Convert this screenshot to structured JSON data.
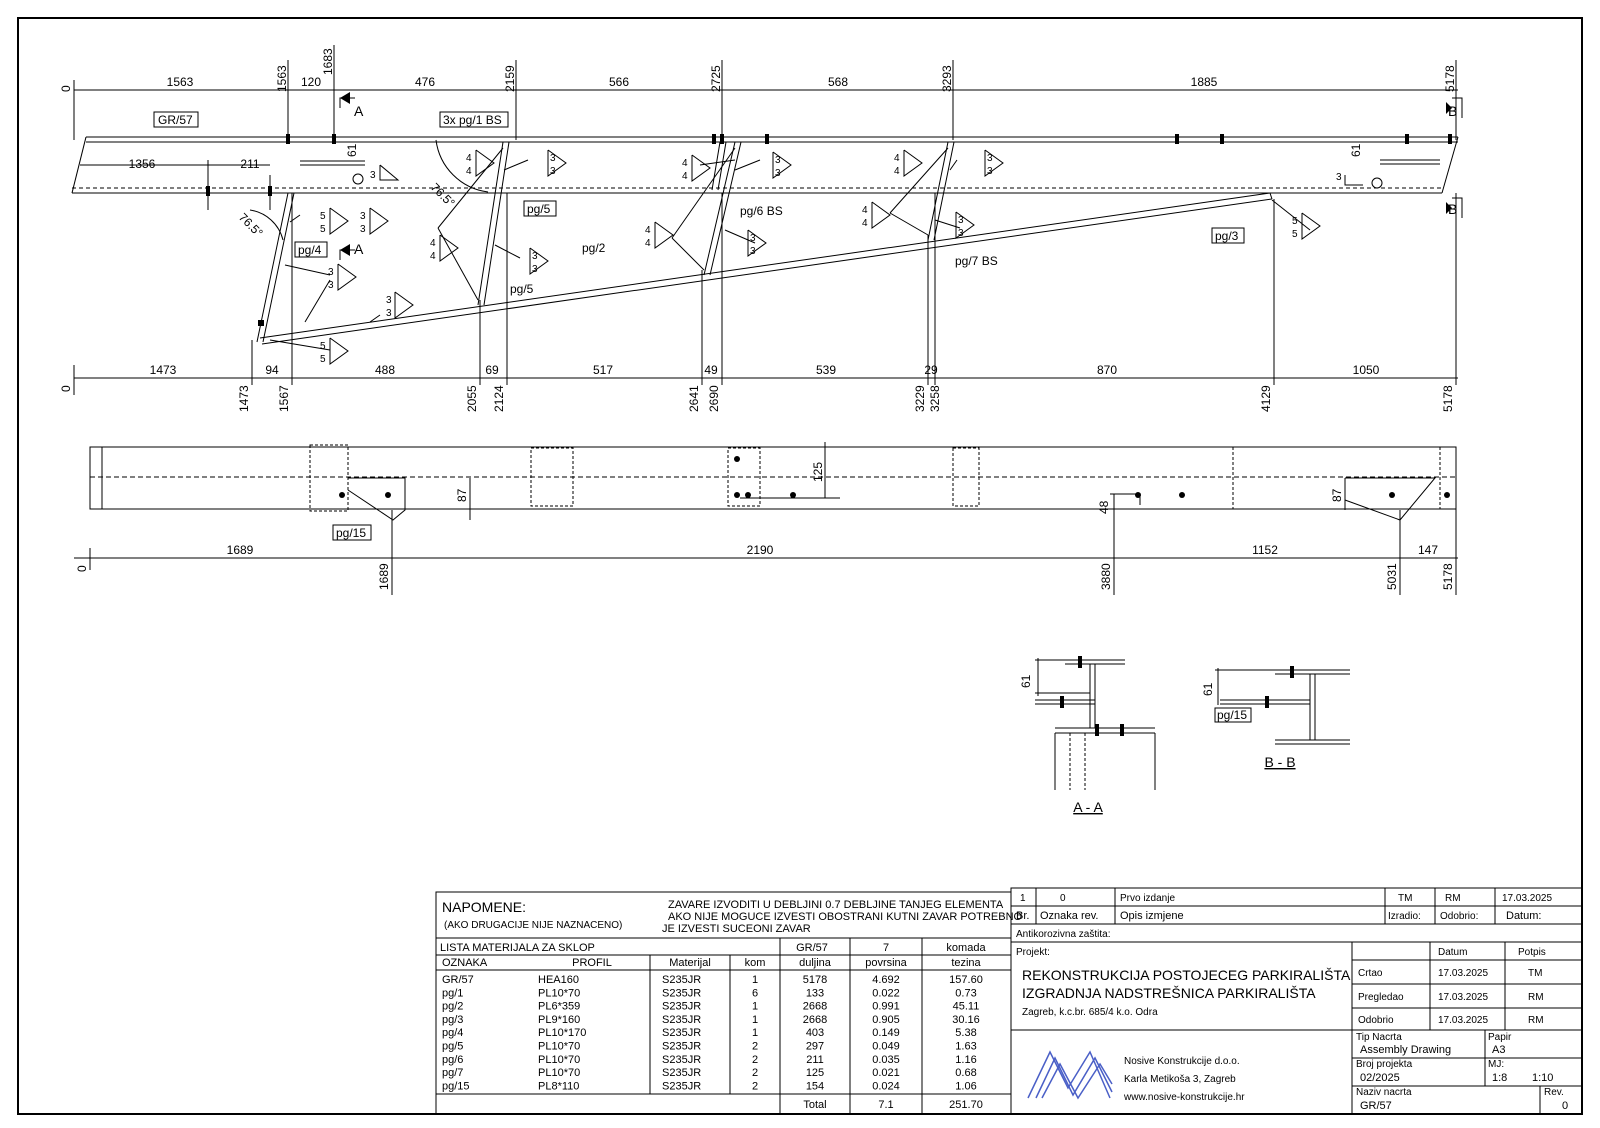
{
  "drawing": {
    "top_dims": [
      "1563",
      "120",
      "476",
      "566",
      "568",
      "1885"
    ],
    "top_ords": [
      "0",
      "1563",
      "1683",
      "2159",
      "2725",
      "3293",
      "5178"
    ],
    "sub_dims": [
      "1356",
      "211"
    ],
    "angle1": "76.5°",
    "angle2": "76.5°",
    "dim61_left": "61",
    "dim61_right": "61",
    "label_gr57": "GR/57",
    "label_3x": "3x pg/1 BS",
    "label_pg5a": "pg/5",
    "label_pg5b": "pg/5",
    "label_pg6": "pg/6 BS",
    "label_pg7": "pg/7 BS",
    "label_pg2": "pg/2",
    "label_pg3": "pg/3",
    "label_pg4": "pg/4",
    "sec_A": "A",
    "sec_B": "B",
    "weld_3": "3",
    "weld_4": "4",
    "weld_5": "5",
    "bot_dims": [
      "1473",
      "94",
      "488",
      "69",
      "517",
      "49",
      "539",
      "29",
      "870",
      "1050"
    ],
    "bot_ords": [
      "0",
      "1473",
      "1567",
      "2055",
      "2124",
      "2641",
      "2690",
      "3229",
      "3258",
      "4129",
      "5178"
    ],
    "plan_dims": [
      "1689",
      "2190",
      "1152",
      "147"
    ],
    "plan_ords": [
      "0",
      "1689",
      "3880",
      "5031",
      "5178"
    ],
    "plan_v": [
      "125",
      "87",
      "48",
      "87"
    ],
    "label_pg15": "pg/15",
    "sec_aa_dim": "61",
    "sec_bb_dim": "61",
    "sec_bb_label": "pg/15",
    "sec_aa_title": "A - A",
    "sec_bb_title": "B - B"
  },
  "notes": {
    "title": "NAPOMENE:",
    "subtitle": "(AKO DRUGACIJE NIJE NAZNACENO)",
    "line1": "ZAVARE IZVODITI U DEBLJINI 0.7 DEBLJINE TANJEG ELEMENTA",
    "line2": "AKO NIJE MOGUCE IZVESTI OBOSTRANI KUTNI ZAVAR POTREBNO",
    "line3": "JE IZVESTI SUCEONI ZAVAR"
  },
  "material_list": {
    "title": "LISTA MATERIJALA ZA SKLOP",
    "assembly": "GR/57",
    "count": "7",
    "count_unit": "komada",
    "headers": [
      "OZNAKA",
      "PROFIL",
      "Materijal",
      "kom",
      "duljina",
      "povrsina",
      "tezina"
    ],
    "rows": [
      [
        "GR/57",
        "HEA160",
        "S235JR",
        "1",
        "5178",
        "4.692",
        "157.60"
      ],
      [
        "pg/1",
        "PL10*70",
        "S235JR",
        "6",
        "133",
        "0.022",
        "0.73"
      ],
      [
        "pg/2",
        "PL6*359",
        "S235JR",
        "1",
        "2668",
        "0.991",
        "45.11"
      ],
      [
        "pg/3",
        "PL9*160",
        "S235JR",
        "1",
        "2668",
        "0.905",
        "30.16"
      ],
      [
        "pg/4",
        "PL10*170",
        "S235JR",
        "1",
        "403",
        "0.149",
        "5.38"
      ],
      [
        "pg/5",
        "PL10*70",
        "S235JR",
        "2",
        "297",
        "0.049",
        "1.63"
      ],
      [
        "pg/6",
        "PL10*70",
        "S235JR",
        "2",
        "211",
        "0.035",
        "1.16"
      ],
      [
        "pg/7",
        "PL10*70",
        "S235JR",
        "2",
        "125",
        "0.021",
        "0.68"
      ],
      [
        "pg/15",
        "PL8*110",
        "S235JR",
        "2",
        "154",
        "0.024",
        "1.06"
      ]
    ],
    "total_label": "Total",
    "total_area": "7.1",
    "total_weight": "251.70"
  },
  "revision": {
    "row": [
      "1",
      "0",
      "Prvo izdanje",
      "TM",
      "RM",
      "17.03.2025"
    ],
    "header": [
      "Br.",
      "Oznaka rev.",
      "Opis izmjene",
      "Izradio:",
      "Odobrio:",
      "Datum:"
    ],
    "anticorrosion": "Antikorozivna zaštita:",
    "project_label": "Projekt:"
  },
  "project": {
    "line1": "REKONSTRUKCIJA POSTOJECEG PARKIRALIŠTA",
    "line2": "IZGRADNJA NADSTREŠNICA PARKIRALIŠTA",
    "line3": "Zagreb, k.c.br. 685/4 k.o. Odra"
  },
  "signoff": {
    "head_date": "Datum",
    "head_sign": "Potpis",
    "rows": [
      [
        "Crtao",
        "17.03.2025",
        "TM"
      ],
      [
        "Pregledao",
        "17.03.2025",
        "RM"
      ],
      [
        "Odobrio",
        "17.03.2025",
        "RM"
      ]
    ]
  },
  "company": {
    "name": "Nosive Konstrukcije d.o.o.",
    "address": "Karla Metikoša 3, Zagreb",
    "web": "www.nosive-konstrukcije.hr",
    "logo_color": "#4a5fc7"
  },
  "title_block": {
    "type_label": "Tip Nacrta",
    "type_value": "Assembly Drawing",
    "paper_label": "Papir",
    "paper_value": "A3",
    "project_no_label": "Broj projekta",
    "project_no_value": "02/2025",
    "scale_label": "MJ:",
    "scale1": "1:8",
    "scale2": "1:10",
    "name_label": "Naziv nacrta",
    "name_value": "GR/57",
    "rev_label": "Rev.",
    "rev_value": "0"
  }
}
